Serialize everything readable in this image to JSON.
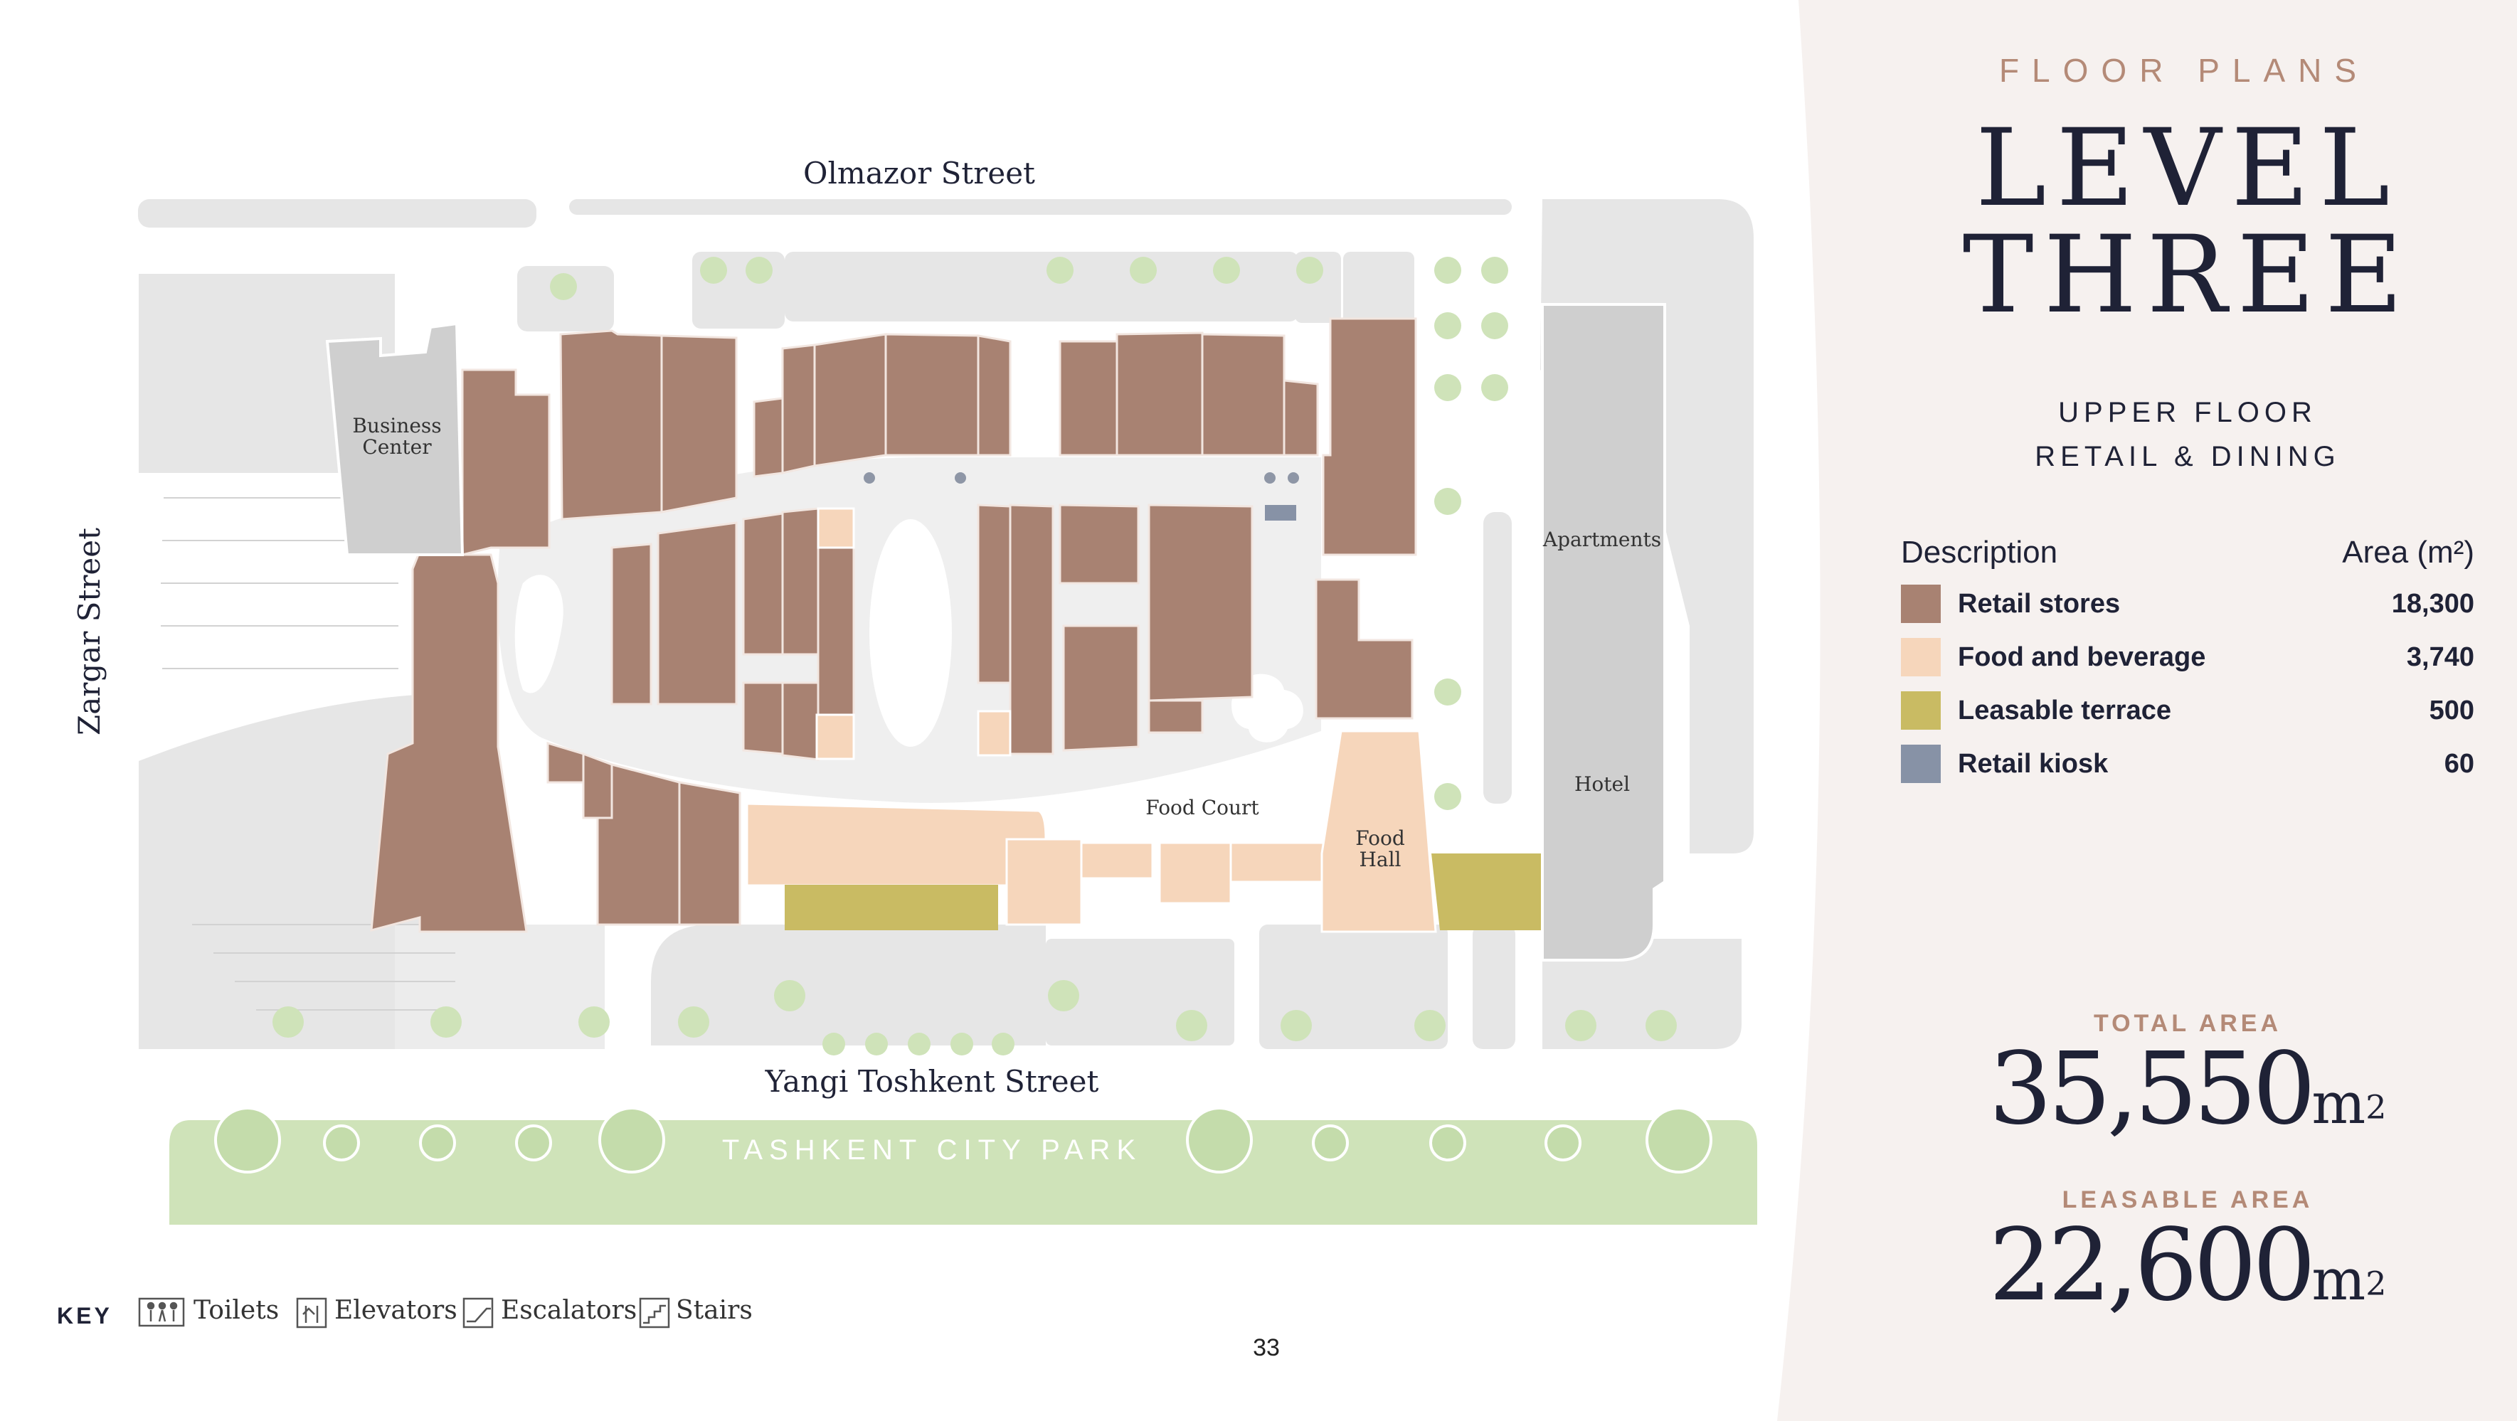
{
  "header": {
    "eyebrow": "FLOOR PLANS",
    "title_line1": "LEVEL",
    "title_line2": "THREE",
    "subtitle_line1": "UPPER FLOOR",
    "subtitle_line2": "RETAIL & DINING"
  },
  "legend": {
    "description_header": "Description",
    "area_header": "Area (m²)",
    "items": [
      {
        "label": "Retail stores",
        "value": "18,300",
        "color": "#a88272"
      },
      {
        "label": "Food and beverage",
        "value": "3,740",
        "color": "#f6d6bb"
      },
      {
        "label": "Leasable terrace",
        "value": "500",
        "color": "#c9bb63"
      },
      {
        "label": "Retail kiosk",
        "value": "60",
        "color": "#8792a6"
      }
    ]
  },
  "totals": {
    "total_label": "TOTAL AREA",
    "total_value": "35,550",
    "total_unit": "m",
    "leasable_label": "LEASABLE AREA",
    "leasable_value": "22,600",
    "leasable_unit": "m"
  },
  "map": {
    "streets": {
      "north": "Olmazor Street",
      "west": "Zargar Street",
      "south": "Yangi Toshkent Street"
    },
    "park": "TASHKENT CITY PARK",
    "labels": {
      "business_center_1": "Business",
      "business_center_2": "Center",
      "apartments": "Apartments",
      "hotel": "Hotel",
      "food_court": "Food Court",
      "food_hall_1": "Food",
      "food_hall_2": "Hall"
    }
  },
  "key": {
    "label": "KEY",
    "items": [
      {
        "label": "Toilets",
        "icon": "toilets-icon"
      },
      {
        "label": "Elevators",
        "icon": "elevator-icon"
      },
      {
        "label": "Escalators",
        "icon": "escalator-icon"
      },
      {
        "label": "Stairs",
        "icon": "stairs-icon"
      }
    ]
  },
  "page_number": "33",
  "colors": {
    "retail": "#a88272",
    "food": "#f6d6bb",
    "terrace": "#c9bb63",
    "kiosk": "#8792a6",
    "ground": "#e6e6e6",
    "corridor": "#efefef",
    "tree": "#cfe3b9",
    "park": "#cfe3b9",
    "panel": "#f6f1ef",
    "accent": "#b48a77",
    "ink": "#1f2236"
  }
}
